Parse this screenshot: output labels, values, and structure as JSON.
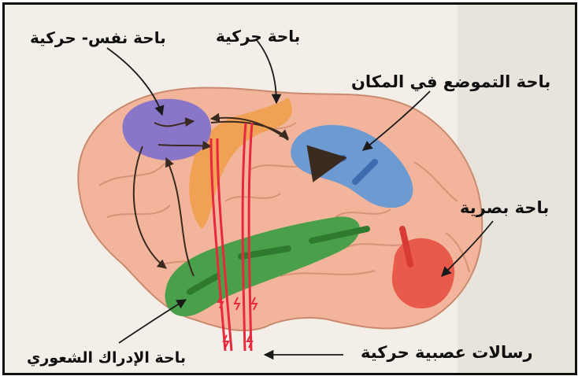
{
  "labels": {
    "psychomotor": "باحة نفس- حركية",
    "motor": "باحة حركية",
    "spatial": "باحة التموضع في المكان",
    "visual": "باحة بصرية",
    "motor_messages": "رسالات عصبية حركية",
    "conscious_perception": "باحة الإدراك الشعوري"
  },
  "colors": {
    "psychomotor_area": "#8a76c8",
    "motor_area": "#f0a050",
    "spatial_area": "#6e9ad2",
    "visual_area": "#e85a4a",
    "perception_area": "#4aa04a",
    "brain": "#f2b59c",
    "nerve_pathway": "#e8283c"
  }
}
